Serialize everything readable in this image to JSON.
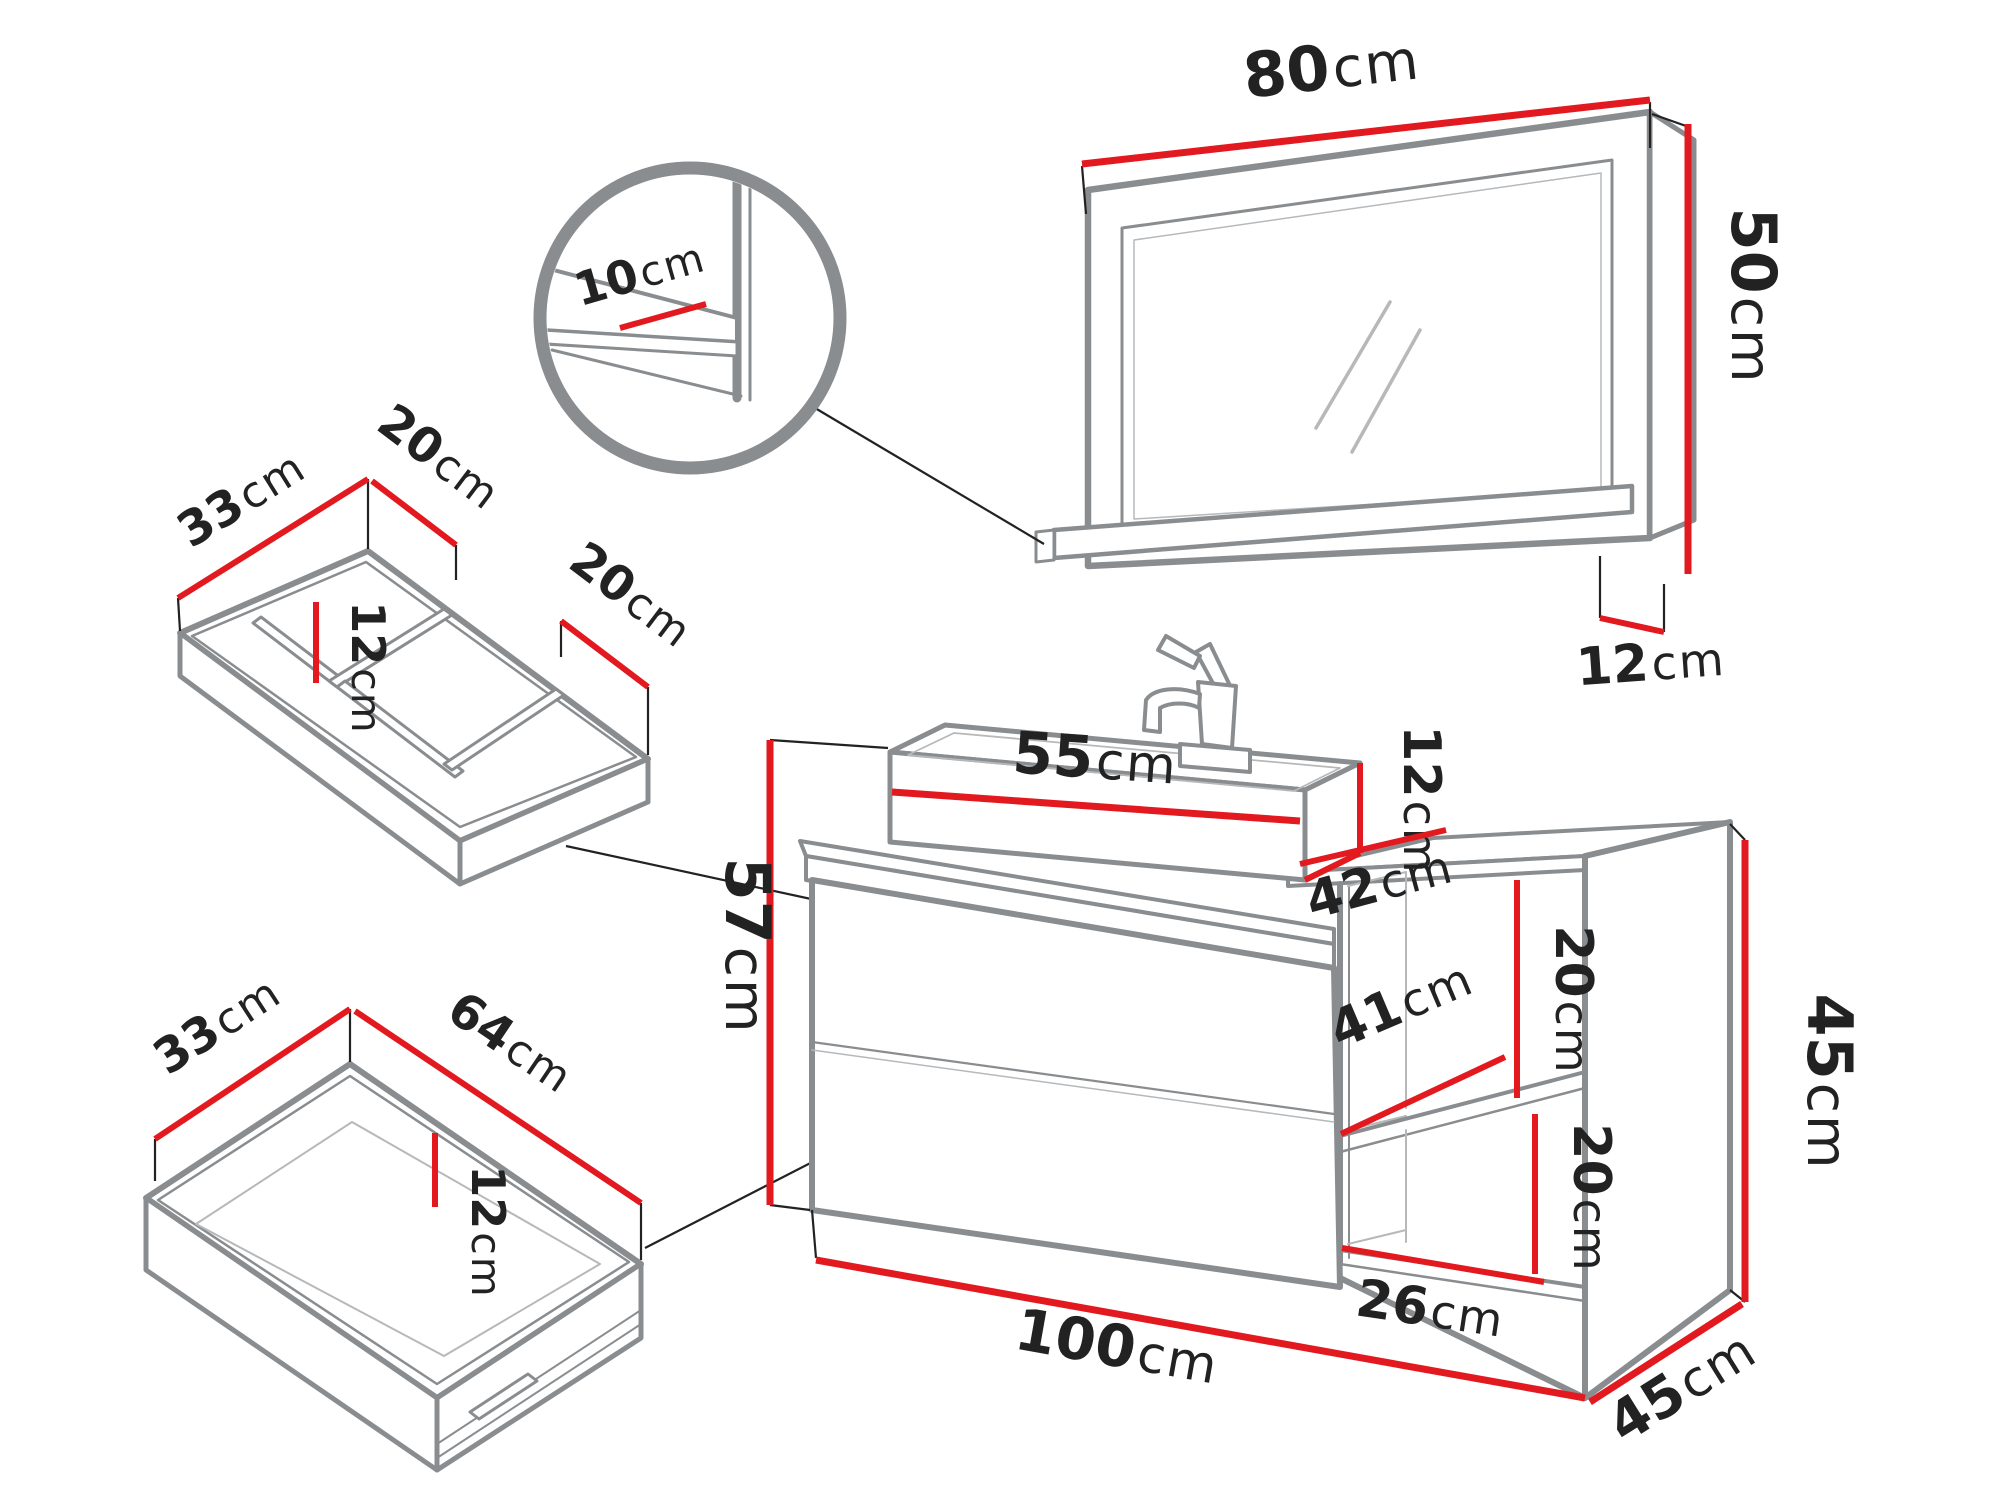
{
  "diagram": {
    "type": "furniture-dimension-diagram",
    "subject": "Bathroom vanity set: mirror with shelf, drawer inserts and washbasin cabinet with open side shelves",
    "unit_suffix": "cm"
  },
  "colors": {
    "dimension_red": "#e2191f",
    "furniture_gray": "#8a8d90",
    "light_gray": "#b6b8ba",
    "text_black": "#222222",
    "background": "#ffffff"
  },
  "dims": {
    "mirror_width": {
      "value": "80",
      "unit": "cm",
      "item": "mirror"
    },
    "mirror_height": {
      "value": "50",
      "unit": "cm",
      "item": "mirror"
    },
    "mirror_shelf_depth": {
      "value": "12",
      "unit": "cm",
      "item": "mirror"
    },
    "mirror_shelf_detail_depth": {
      "value": "10",
      "unit": "cm",
      "item": "mirror-shelf-detail"
    },
    "organizer_depth": {
      "value": "33",
      "unit": "cm",
      "item": "drawer-organizer"
    },
    "organizer_back_compartment_width": {
      "value": "20",
      "unit": "cm",
      "item": "drawer-organizer"
    },
    "organizer_inner_height": {
      "value": "12",
      "unit": "cm",
      "item": "drawer-organizer"
    },
    "organizer_right_compartment_width": {
      "value": "20",
      "unit": "cm",
      "item": "drawer-organizer"
    },
    "drawer_depth": {
      "value": "33",
      "unit": "cm",
      "item": "drawer"
    },
    "drawer_width": {
      "value": "64",
      "unit": "cm",
      "item": "drawer"
    },
    "drawer_inner_height": {
      "value": "12",
      "unit": "cm",
      "item": "drawer"
    },
    "vanity_total_height": {
      "value": "57",
      "unit": "cm",
      "item": "vanity"
    },
    "basin_width": {
      "value": "55",
      "unit": "cm",
      "item": "washbasin"
    },
    "basin_height": {
      "value": "12",
      "unit": "cm",
      "item": "washbasin"
    },
    "side_top_depth": {
      "value": "42",
      "unit": "cm",
      "item": "side-shelf-unit"
    },
    "side_upper_compartment_height": {
      "value": "20",
      "unit": "cm",
      "item": "side-shelf-unit"
    },
    "side_shelf_depth": {
      "value": "41",
      "unit": "cm",
      "item": "side-shelf-unit"
    },
    "side_lower_compartment_height": {
      "value": "20",
      "unit": "cm",
      "item": "side-shelf-unit"
    },
    "side_bottom_shelf_width": {
      "value": "26",
      "unit": "cm",
      "item": "side-shelf-unit"
    },
    "side_unit_height": {
      "value": "45",
      "unit": "cm",
      "item": "side-shelf-unit"
    },
    "side_unit_depth": {
      "value": "45",
      "unit": "cm",
      "item": "side-shelf-unit"
    },
    "vanity_width": {
      "value": "100",
      "unit": "cm",
      "item": "vanity"
    }
  }
}
